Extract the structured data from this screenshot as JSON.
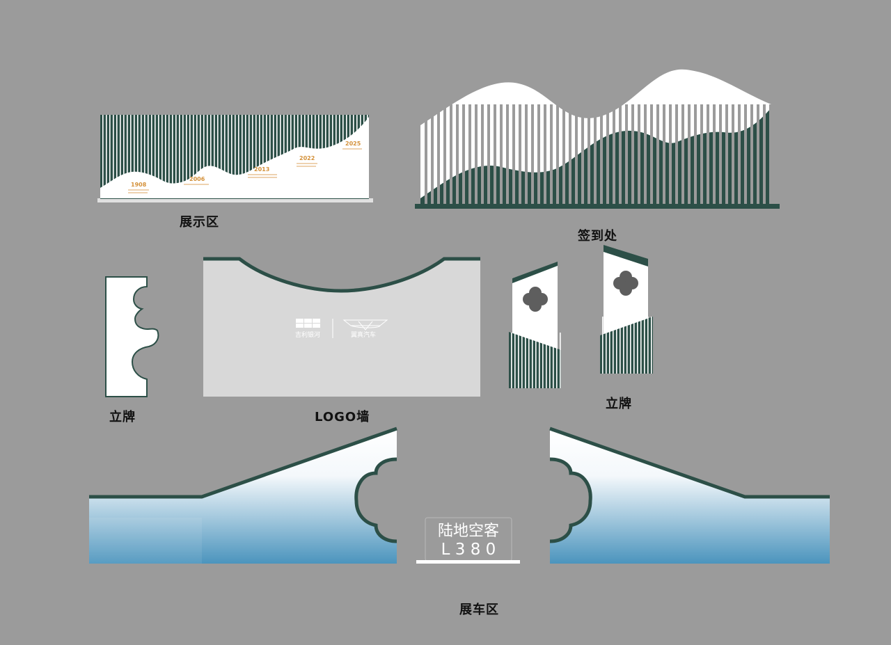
{
  "labels": {
    "exhibit_area": "展示区",
    "checkin": "签到处",
    "sign_left": "立牌",
    "logo_wall": "LOGO墙",
    "sign_right": "立牌",
    "car_area": "展车区"
  },
  "timeline": {
    "years": [
      "1908",
      "2006",
      "2013",
      "2022",
      "2025"
    ]
  },
  "logo_wall": {
    "brand_left": "吉利银河",
    "brand_right": "翼真汽车"
  },
  "car_plate": {
    "line1": "陆地空客",
    "line2": "L 3 8 0"
  },
  "colors": {
    "background": "#9b9b9b",
    "dark_green": "#2c4f47",
    "white": "#ffffff",
    "light_gray": "#d8d8d8",
    "dark_gray": "#5e5e5e",
    "accent_orange": "#d4913a",
    "water_blue": "#4b94bd"
  }
}
